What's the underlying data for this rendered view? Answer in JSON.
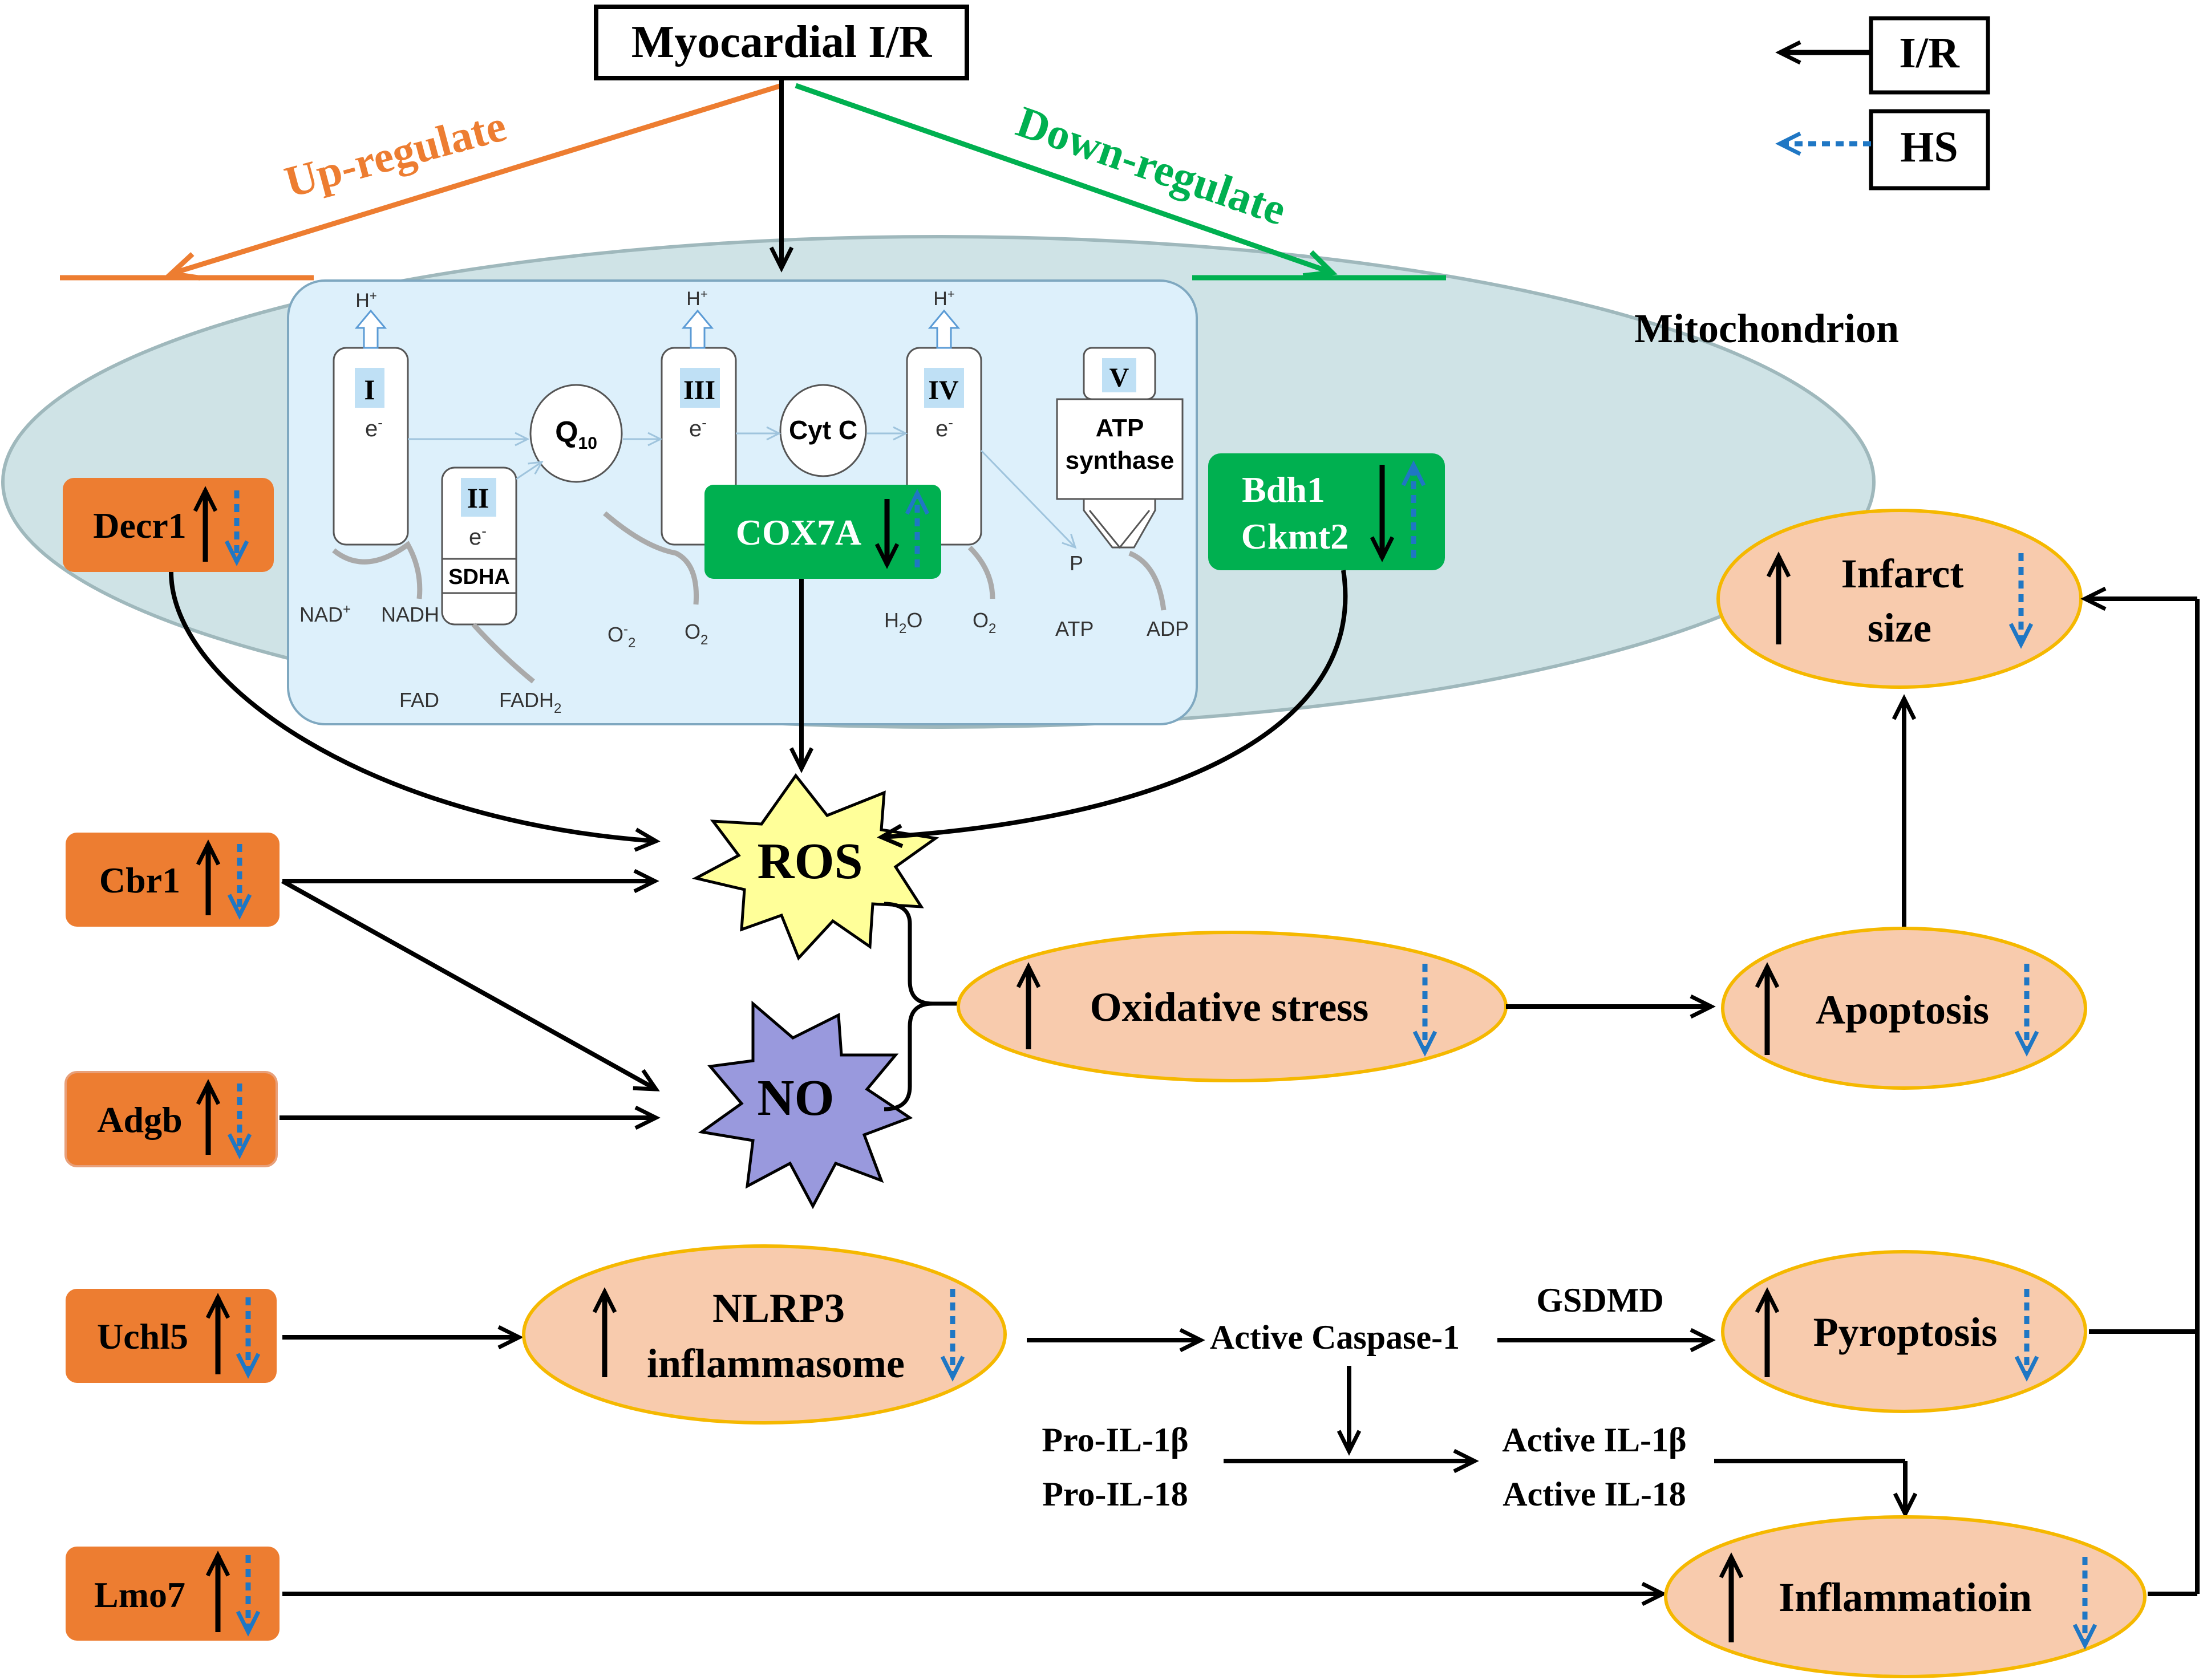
{
  "title": "Myocardial I/R",
  "legend": {
    "ir_label": "I/R",
    "hs_label": "HS"
  },
  "regulation": {
    "up_label": "Up-regulate",
    "down_label": "Down-regulate"
  },
  "mitochondrion": {
    "label": "Mitochondrion",
    "etc": {
      "complex_I": "I",
      "complex_II": "II",
      "complex_III": "III",
      "complex_IV": "IV",
      "complex_V": "V",
      "proton": "H",
      "proton_sup": "+",
      "electron": "e",
      "electron_sup": "-",
      "sdha": "SDHA",
      "q10_main": "Q",
      "q10_sub": "10",
      "cytc": "Cyt C",
      "atp_synthase_line1": "ATP",
      "atp_synthase_line2": "synthase",
      "nad": "NAD",
      "nad_sup": "+",
      "nadh": "NADH",
      "fad": "FAD",
      "fadh2_main": "FADH",
      "fadh2_sub": "2",
      "o2_main": "O",
      "o2_sub": "2",
      "o2minus_sup": "-",
      "h2o_h": "H",
      "h2o_sub": "2",
      "h2o_o": "O",
      "atp": "ATP",
      "adp": "ADP",
      "p": "P"
    }
  },
  "genes": {
    "decr1": "Decr1",
    "cbr1": "Cbr1",
    "adgb": "Adgb",
    "uchl5": "Uchl5",
    "lmo7": "Lmo7",
    "cox7a": "COX7A",
    "bdh1": "Bdh1",
    "ckmt2": "Ckmt2"
  },
  "nodes": {
    "ros": "ROS",
    "no": "NO",
    "oxidative_stress": "Oxidative stress",
    "apoptosis": "Apoptosis",
    "infarct_line1": "Infarct",
    "infarct_line2": "size",
    "nlrp3_line1": "NLRP3",
    "nlrp3_line2": "inflammasome",
    "caspase": "Active Caspase-1",
    "gsdmd": "GSDMD",
    "pyroptosis": "Pyroptosis",
    "pro_il1b": "Pro-IL-1β",
    "pro_il18": "Pro-IL-18",
    "active_il1b": "Active IL-1β",
    "active_il18": "Active IL-18",
    "inflammation": "Inflammatioin"
  },
  "colors": {
    "orange": "#ED7D31",
    "green": "#00B050",
    "peach": "#F8CBAD",
    "ellipse_border": "#F5B800",
    "ros_fill": "#FFFF99",
    "no_fill": "#9999DD",
    "mito_fill": "#CFE3E6",
    "etc_fill": "#DDF0FB",
    "hs_blue": "#1F77C4"
  }
}
